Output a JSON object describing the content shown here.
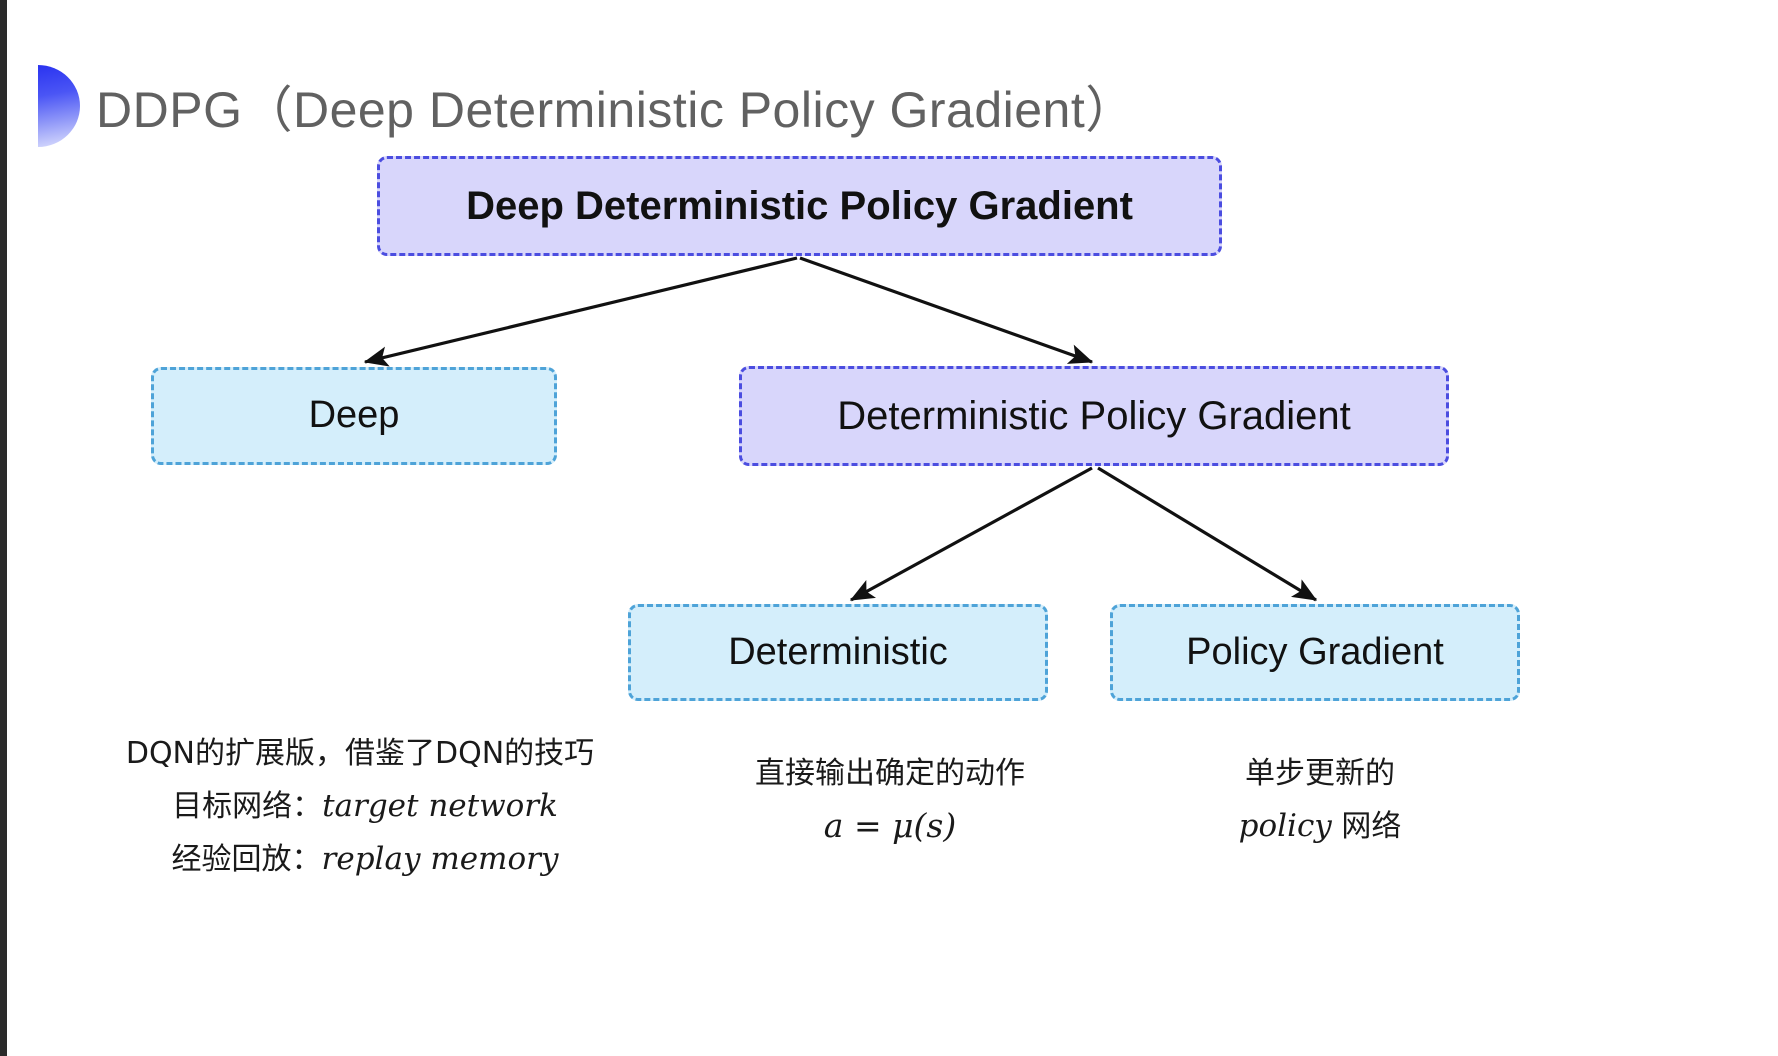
{
  "slide": {
    "title": "DDPG（Deep Deterministic Policy Gradient）",
    "accent_color": "#2a33f0",
    "background_color": "#ffffff"
  },
  "diagram": {
    "type": "tree",
    "node_colors": {
      "purple_fill": "#d8d6fb",
      "purple_border": "#4b4de0",
      "cyan_fill": "#d4eefb",
      "cyan_border": "#4ea3d8"
    },
    "nodes": {
      "root": {
        "label": "Deep Deterministic Policy Gradient",
        "style": "purple"
      },
      "deep": {
        "label": "Deep",
        "style": "cyan"
      },
      "dpg": {
        "label": "Deterministic Policy Gradient",
        "style": "purple"
      },
      "deterministic": {
        "label": "Deterministic",
        "style": "cyan"
      },
      "policy_gradient": {
        "label": "Policy Gradient",
        "style": "cyan"
      }
    },
    "edges": [
      {
        "from": "root",
        "to": "deep"
      },
      {
        "from": "root",
        "to": "dpg"
      },
      {
        "from": "dpg",
        "to": "deterministic"
      },
      {
        "from": "dpg",
        "to": "policy_gradient"
      }
    ]
  },
  "captions": {
    "deep": {
      "line1": "DQN的扩展版，借鉴了DQN的技巧",
      "line2_label": "目标网络：",
      "line2_term": "target network",
      "line3_label": "经验回放：",
      "line3_term": "replay memory"
    },
    "deterministic": {
      "line1": "直接输出确定的动作",
      "formula": "a = μ(s)"
    },
    "policy_gradient": {
      "line1": "单步更新的",
      "line2_term": "policy",
      "line2_suffix": " 网络"
    }
  }
}
